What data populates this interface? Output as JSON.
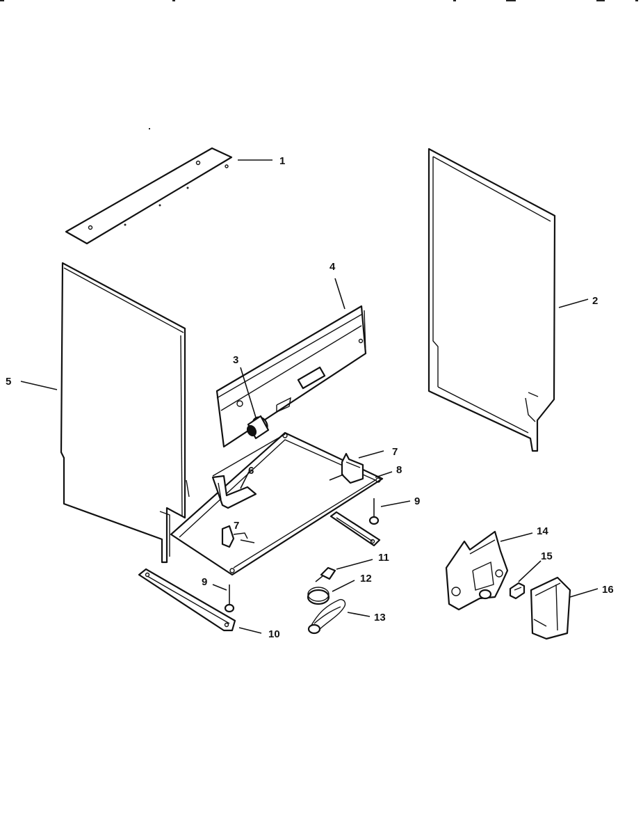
{
  "callouts": [
    {
      "id": "1",
      "text": "1"
    },
    {
      "id": "2",
      "text": "2"
    },
    {
      "id": "3",
      "text": "3"
    },
    {
      "id": "4",
      "text": "4"
    },
    {
      "id": "5",
      "text": "5"
    },
    {
      "id": "6",
      "text": "6"
    },
    {
      "id": "7a",
      "text": "7"
    },
    {
      "id": "7b",
      "text": "7"
    },
    {
      "id": "8",
      "text": "8"
    },
    {
      "id": "9a",
      "text": "9"
    },
    {
      "id": "9b",
      "text": "9"
    },
    {
      "id": "10",
      "text": "10"
    },
    {
      "id": "11",
      "text": "11"
    },
    {
      "id": "12",
      "text": "12"
    },
    {
      "id": "13",
      "text": "13"
    },
    {
      "id": "14",
      "text": "14"
    },
    {
      "id": "15",
      "text": "15"
    },
    {
      "id": "16",
      "text": "16"
    }
  ]
}
